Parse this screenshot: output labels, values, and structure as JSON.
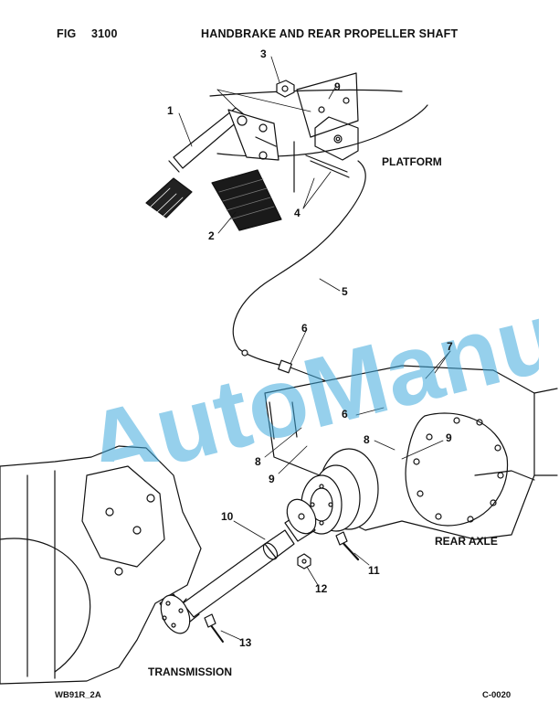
{
  "header": {
    "fig_label": "FIG",
    "fig_number": "3100",
    "title": "HANDBRAKE AND REAR PROPELLER SHAFT"
  },
  "regions": {
    "platform": "PLATFORM",
    "rear_axle": "REAR AXLE",
    "transmission": "TRANSMISSION"
  },
  "callouts": {
    "c1": "1",
    "c2": "2",
    "c3": "3",
    "c4": "4",
    "c5": "5",
    "c6a": "6",
    "c6b": "6",
    "c7": "7",
    "c8a": "8",
    "c8b": "8",
    "c9a": "9",
    "c9b": "9",
    "c9c": "9",
    "c10": "10",
    "c11": "11",
    "c12": "12",
    "c13": "13"
  },
  "watermark": "AutoManual",
  "footer": {
    "left": "WB91R_2A",
    "right": "C-0020"
  },
  "colors": {
    "ink": "#111111",
    "watermark": "#3fa9dc"
  }
}
